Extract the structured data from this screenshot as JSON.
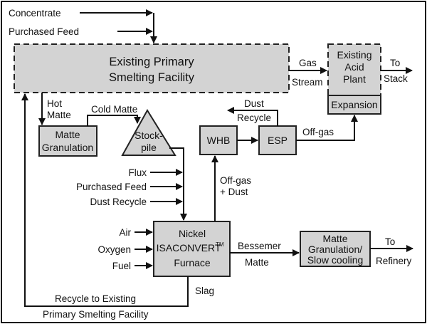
{
  "inputs": {
    "concentrate": "Concentrate",
    "purchased_feed": "Purchased Feed"
  },
  "nodes": {
    "primary_smelting": {
      "line1": "Existing Primary",
      "line2": "Smelting Facility"
    },
    "acid_plant": {
      "line1": "Existing",
      "line2": "Acid",
      "line3": "Plant",
      "expansion": "Expansion"
    },
    "matte_granulation": {
      "line1": "Matte",
      "line2": "Granulation"
    },
    "stockpile": {
      "line1": "Stock-",
      "line2": "pile"
    },
    "whb": "WHB",
    "esp": "ESP",
    "furnace": {
      "line1": "Nickel",
      "line2": "ISACONVERT",
      "tm": "TM",
      "line3": "Furnace"
    },
    "slow_cooling": {
      "line1": "Matte",
      "line2": "Granulation/",
      "line3": "Slow cooling"
    }
  },
  "flows": {
    "gas_stream": {
      "line1": "Gas",
      "line2": "Stream"
    },
    "to_stack": {
      "line1": "To",
      "line2": "Stack"
    },
    "hot_matte": {
      "line1": "Hot",
      "line2": "Matte"
    },
    "cold_matte": "Cold Matte",
    "dust_recycle": {
      "line1": "Dust",
      "line2": "Recycle"
    },
    "off_gas": "Off-gas",
    "off_gas_dust": {
      "line1": "Off-gas",
      "line2": "+ Dust"
    },
    "flux": "Flux",
    "purchased_feed": "Purchased Feed",
    "dust_recycle_in": "Dust Recycle",
    "air": "Air",
    "oxygen": "Oxygen",
    "fuel": "Fuel",
    "bessemer_matte": {
      "line1": "Bessemer",
      "line2": "Matte"
    },
    "to_refinery": {
      "line1": "To",
      "line2": "Refinery"
    },
    "slag": "Slag",
    "recycle": {
      "line1": "Recycle to Existing",
      "line2": "Primary Smelting Facility"
    }
  }
}
